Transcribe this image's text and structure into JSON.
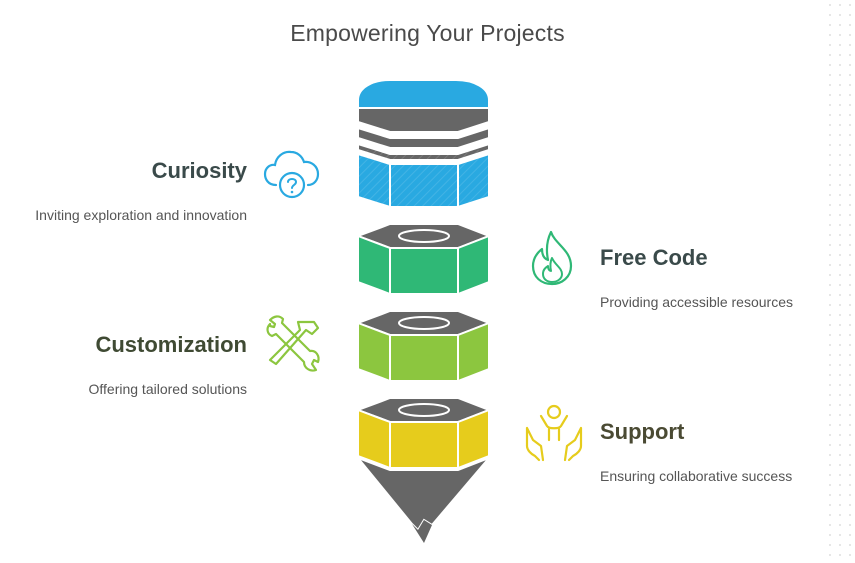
{
  "title": "Empowering Your Projects",
  "items": [
    {
      "label": "Curiosity",
      "description": "Inviting exploration and innovation",
      "icon": "cloud-question-icon",
      "color": "#29a9e1"
    },
    {
      "label": "Free Code",
      "description": "Providing accessible resources",
      "icon": "flame-icon",
      "color": "#2fb876"
    },
    {
      "label": "Customization",
      "description": "Offering tailored solutions",
      "icon": "tools-icon",
      "color": "#8cc63f"
    },
    {
      "label": "Support",
      "description": "Ensuring collaborative success",
      "icon": "people-hands-icon",
      "color": "#e6cc1c"
    }
  ],
  "colors": {
    "segment_dark": "#666666",
    "segment_blue": "#29a9e1",
    "segment_green": "#2fb876",
    "segment_lime": "#8cc63f",
    "segment_yellow": "#e6cc1c",
    "curiosity_text": "#3a4a4a",
    "support_text": "#4a4a33"
  }
}
